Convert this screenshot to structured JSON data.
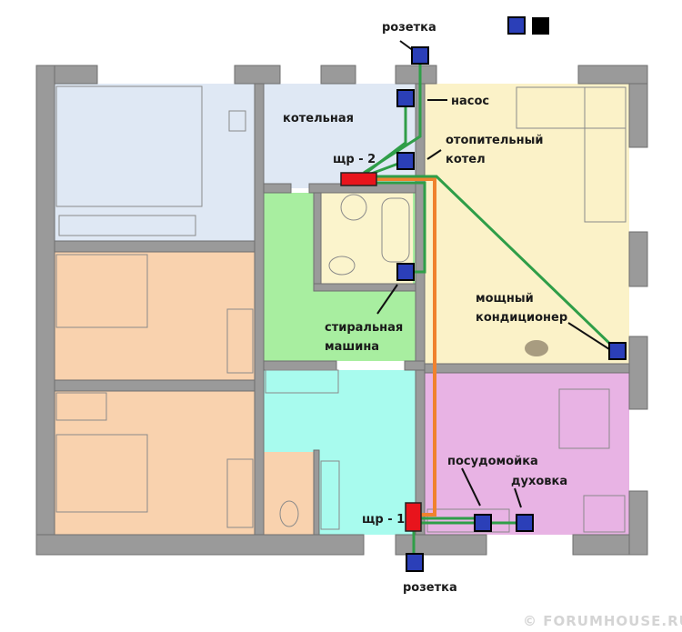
{
  "labels": {
    "outlet_top": "розетка",
    "pump": "насос",
    "boiler_line1": "отопительный",
    "boiler_line2": "котел",
    "boiler_room": "котельная",
    "panel2": "щр - 2",
    "washer_line1": "стиральная",
    "washer_line2": "машина",
    "ac_line1": "мощный",
    "ac_line2": "кондиционер",
    "dishwasher": "посудомойка",
    "oven": "духовка",
    "panel1": "щр - 1",
    "outlet_bottom": "розетка"
  },
  "watermark": "© FORUMHOUSE.RU",
  "colors": {
    "device": "#2b3fb8",
    "panel": "#e8141c",
    "wire_green": "#2f9e48",
    "wire_orange": "#f0822e",
    "bedroom1": "#dfe8f4",
    "bedroom": "#f9d2ae",
    "boiler_room": "#dfe8f4",
    "hall": "#a8eea0",
    "bath": "#fbf4cc",
    "corridor": "#a8fbee",
    "living": "#fbf2c8",
    "kitchen": "#e8b3e4"
  },
  "icons": [
    "outlet-icon",
    "pump-icon",
    "boiler-icon",
    "washer-icon",
    "ac-icon",
    "dishwasher-icon",
    "oven-icon",
    "panel-icon"
  ]
}
